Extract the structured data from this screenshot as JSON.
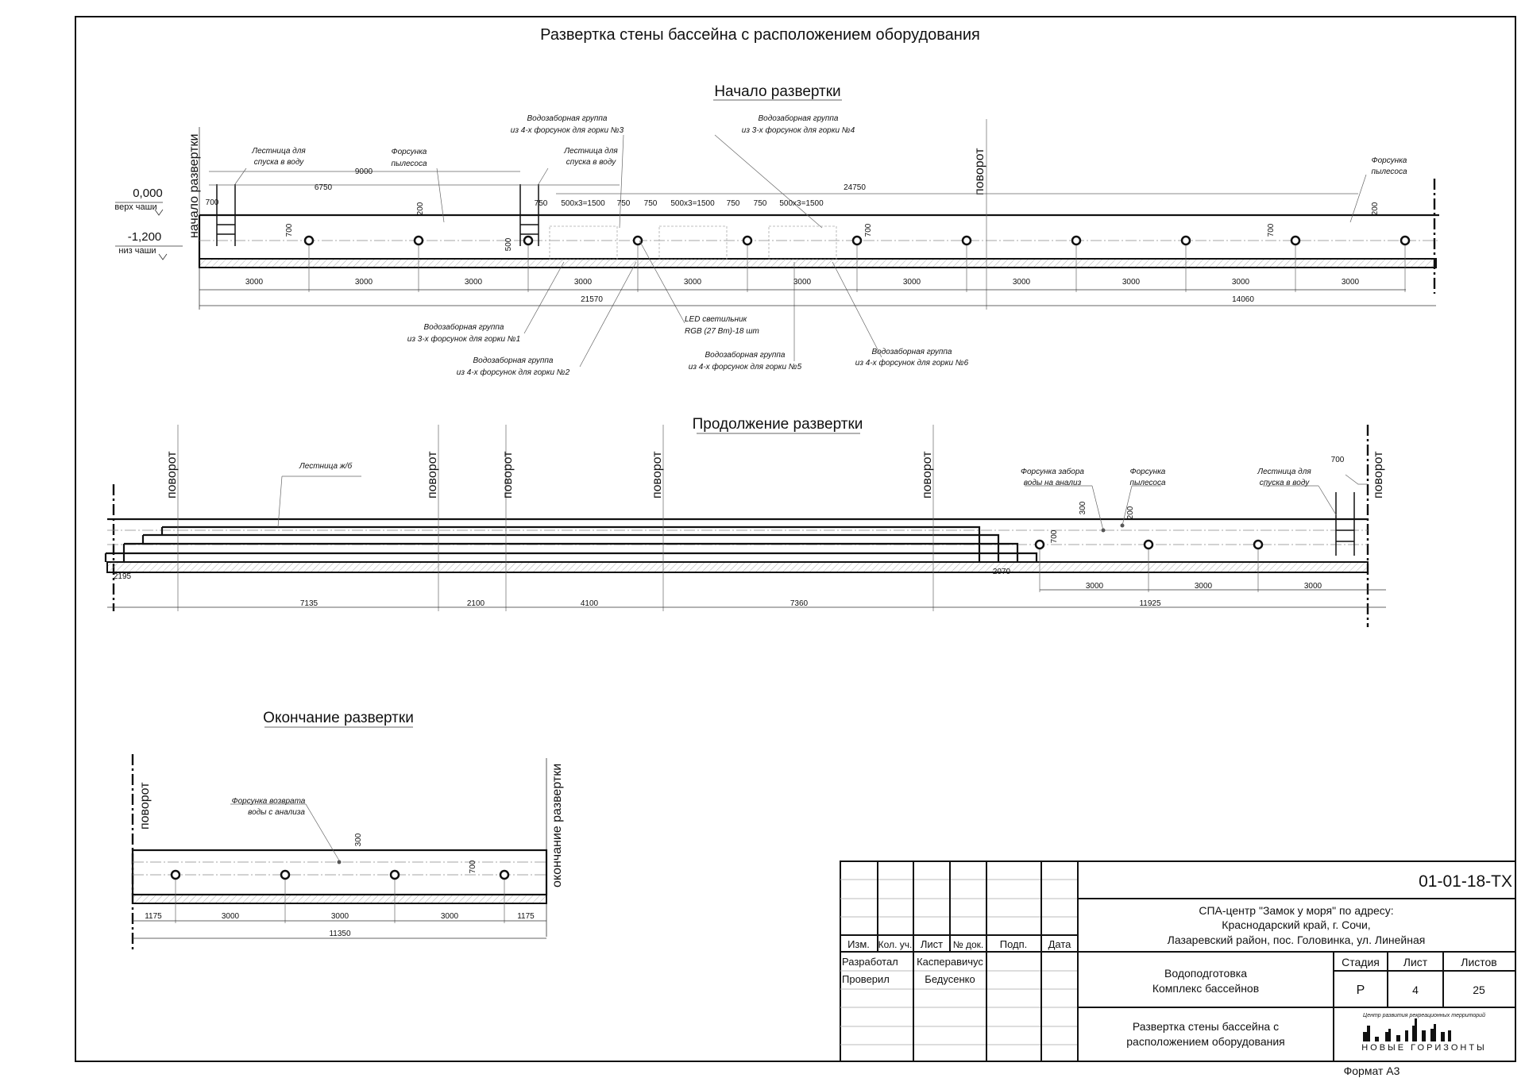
{
  "title": "Развертка стены бассейна с расположением оборудования",
  "section1": {
    "title": "Начало развертки",
    "start_label": "начало развертки",
    "turn_label": "поворот",
    "level_top": "0,000",
    "level_top_note": "верх чаши",
    "level_bottom": "-1,200",
    "level_bottom_note": "низ чаши",
    "callouts": {
      "ladder1": [
        "Лестница для",
        "спуска в воду"
      ],
      "vac1": [
        "Форсунка",
        "пылесоса"
      ],
      "group3": [
        "Водозаборная группа",
        "из 4-х форсунок для горки №3"
      ],
      "ladder2": [
        "Лестница для",
        "спуска в воду"
      ],
      "group4": [
        "Водозаборная группа",
        "из 3-х форсунок для горки №4"
      ],
      "vac2": [
        "Форсунка",
        "пылесоса"
      ],
      "group1": [
        "Водозаборная группа",
        "из 3-х форсунок для горки №1"
      ],
      "led": [
        "LED светильник",
        "RGB (27 Вт)-18 шт"
      ],
      "group2": [
        "Водозаборная группа",
        "из 4-х форсунок для горки №2"
      ],
      "group5": [
        "Водозаборная группа",
        "из 4-х форсунок для горки №5"
      ],
      "group6": [
        "Водозаборная группа",
        "из 4-х форсунок для горки №6"
      ]
    },
    "dims_top": [
      "9000",
      "6750",
      "24750",
      "700",
      "750",
      "500x3=1500",
      "750",
      "750",
      "500x3=1500",
      "750",
      "750",
      "500x3=1500"
    ],
    "dims_vertical": [
      "200",
      "700",
      "500",
      "700",
      "700",
      "200"
    ],
    "dims_bottom": [
      "3000",
      "3000",
      "3000",
      "3000",
      "3000",
      "3000",
      "3000",
      "3000",
      "3000",
      "3000",
      "3000"
    ],
    "dims_total": [
      "21570",
      "14060"
    ]
  },
  "section2": {
    "title": "Продолжение развертки",
    "turn_label": "поворот",
    "callouts": {
      "stairs": "Лестница ж/б",
      "sample": [
        "Форсунка забора",
        "воды на анализ"
      ],
      "vac": [
        "Форсунка",
        "пылесоса"
      ],
      "ladder": [
        "Лестница для",
        "спуска в воду"
      ]
    },
    "dims_small": [
      "700",
      "300",
      "200",
      "700",
      "2195",
      "2070"
    ],
    "dims_bottom": [
      "3000",
      "3000",
      "3000"
    ],
    "dims_total": [
      "7135",
      "2100",
      "4100",
      "7360",
      "11925"
    ]
  },
  "section3": {
    "title": "Окончание развертки",
    "turn_label": "поворот",
    "end_label": "окончание развертки",
    "callouts": {
      "return": [
        "Форсунка возврата",
        "воды с анализа"
      ]
    },
    "dims_vertical": [
      "300",
      "700"
    ],
    "dims_bottom": [
      "1175",
      "3000",
      "3000",
      "3000",
      "1175"
    ],
    "dims_total": "11350"
  },
  "title_block": {
    "code": "01-01-18-ТХ",
    "headers": [
      "Изм.",
      "Кол. уч.",
      "Лист",
      "№ док.",
      "Подп.",
      "Дата"
    ],
    "developed_label": "Разработал",
    "developed_name": "Каспеpавичус",
    "checked_label": "Проверил",
    "checked_name": "Бедусенко",
    "address": [
      "СПА-центр \"Замок у моря\" по адресу:",
      "Краснодарский край, г. Сочи,",
      "Лазаревский район, пос. Головинка, ул. Линейная"
    ],
    "section": [
      "Водоподготовка",
      "Комплекс бассейнов"
    ],
    "stage_header": "Стадия",
    "sheet_header": "Лист",
    "sheets_header": "Листов",
    "stage": "Р",
    "sheet": "4",
    "sheets": "25",
    "sheet_title": [
      "Развертка стены бассейна с",
      "расположением оборудования"
    ],
    "logo_top": "Центр развития рекреационных территорий",
    "logo_name": "НОВЫЕ ГОРИЗОНТЫ"
  },
  "format": "Формат А3"
}
